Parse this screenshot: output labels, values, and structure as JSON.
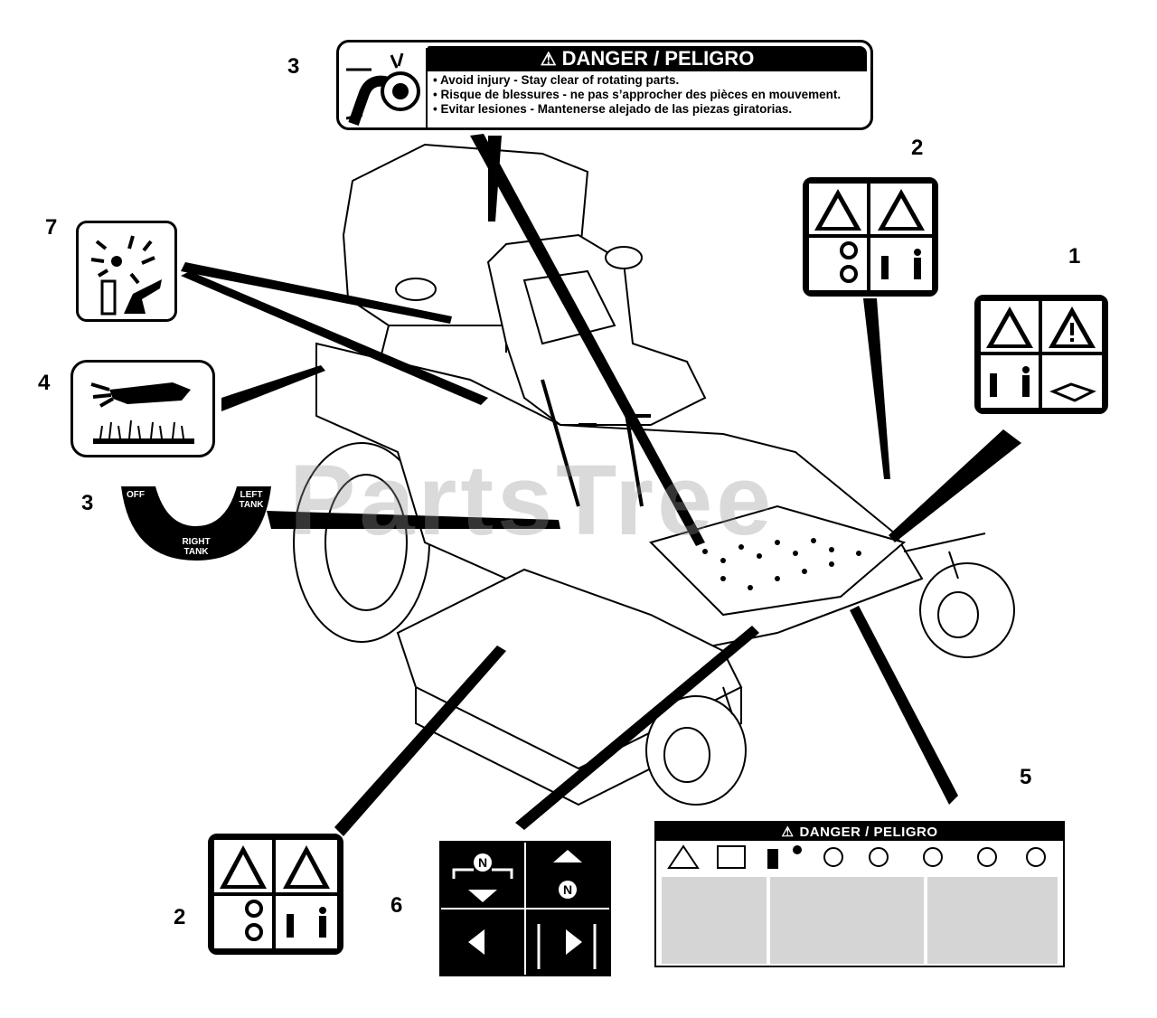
{
  "watermark": "PartsTree",
  "callouts": [
    "3",
    "2",
    "1",
    "7",
    "4",
    "3",
    "2",
    "6",
    "5"
  ],
  "danger_decal": {
    "title": "DANGER / PELIGRO",
    "lines": [
      "Avoid injury - Stay clear of rotating parts.",
      "Risque de blessures - ne pas s’approcher des pièces en mouvement.",
      "Evitar lesiones - Mantenerse alejado de las piezas giratorias."
    ]
  },
  "fuel_decal": {
    "off": "OFF",
    "left_tank": "LEFT TANK",
    "right_tank": "RIGHT TANK"
  },
  "panel5": {
    "title": "DANGER / PELIGRO"
  },
  "colors": {
    "ink": "#000000",
    "paper": "#ffffff",
    "watermark": "#b0b0b0"
  }
}
